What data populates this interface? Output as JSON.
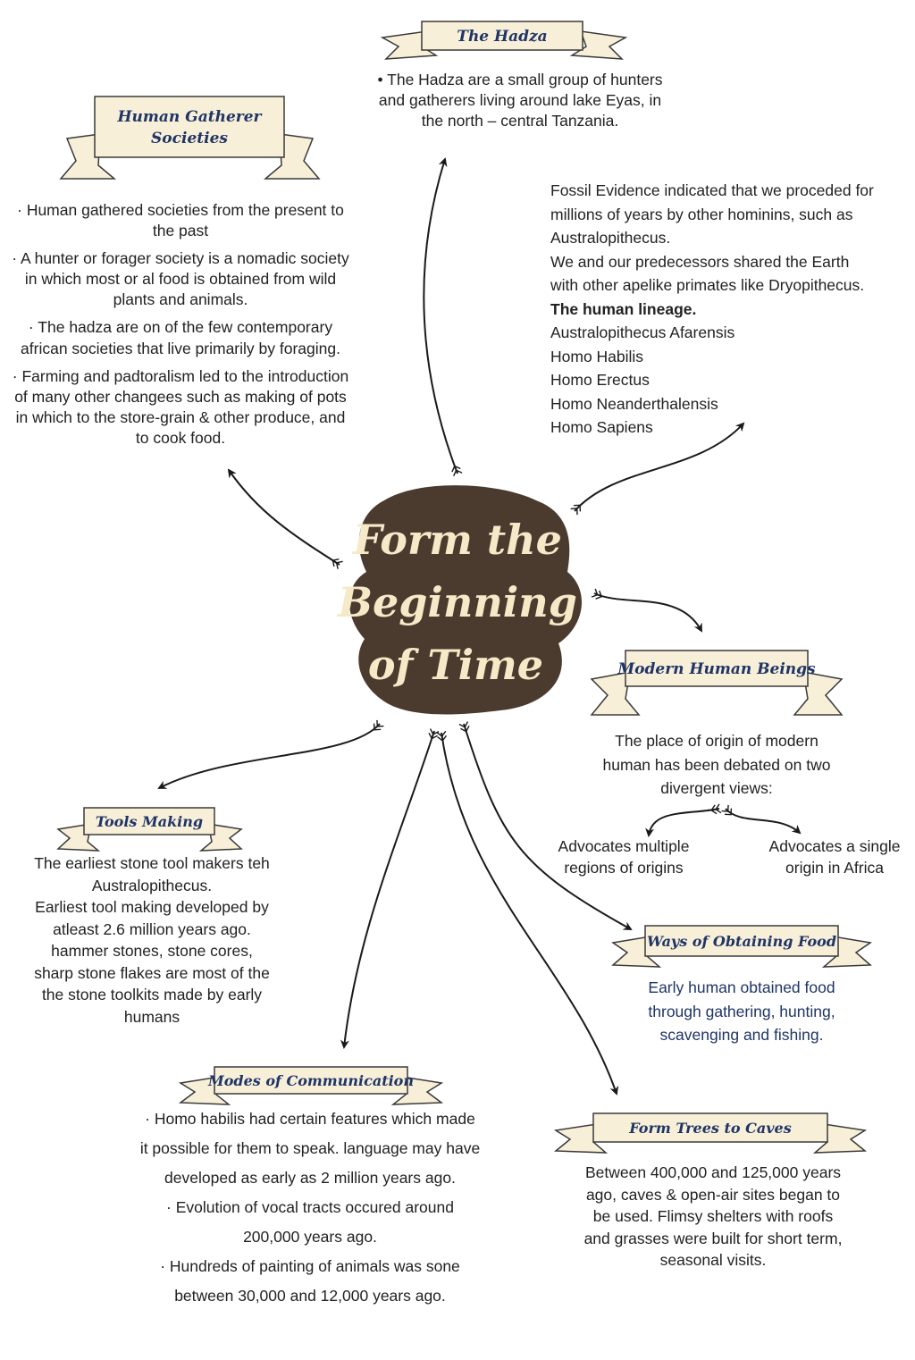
{
  "center_title": [
    "Form the",
    "Beginning",
    "of Time"
  ],
  "sections": {
    "hadza": {
      "title": "The Hadza",
      "lines": [
        "• The Hadza are a small group of hunters",
        "and  gatherers living around lake Eyas, in",
        "the north – central Tanzania."
      ]
    },
    "human_gatherer": {
      "title_lines": [
        "Human Gatherer",
        "Societies"
      ],
      "paragraphs": [
        "· Human gathered societies from the present to the past",
        "· A hunter or forager society is a nomadic society in which most or al food is obtained from wild plants and animals.",
        "· The hadza are on of the few contemporary african societies that live primarily by foraging.",
        "· Farming and padtoralism led to the introduction of many other changees such as making of pots in which to the store-grain & other produce, and to cook food."
      ]
    },
    "fossil": {
      "lines": [
        "Fossil Evidence indicated that we proceded for",
        "millions of years by other hominins, such as",
        "Australopithecus.",
        "We and our predecessors shared the Earth",
        "with other apelike primates like Dryopithecus."
      ],
      "lineage_heading": "The human lineage.",
      "lineage": [
        "Australopithecus Afarensis",
        "Homo Habilis",
        "Homo Erectus",
        "Homo Neanderthalensis",
        "Homo Sapiens"
      ]
    },
    "modern": {
      "title": "Modern Human Beings",
      "text_lines": [
        "The place of origin of modern",
        "human has been debated on two",
        "divergent views:"
      ],
      "view_left": [
        "Advocates multiple",
        "regions of origins"
      ],
      "view_right": [
        "Advocates a single",
        "origin in Africa"
      ]
    },
    "tools": {
      "title": "Tools Making",
      "lines": [
        "The earliest stone tool makers teh",
        "Australopithecus.",
        "Earliest tool making developed by",
        "atleast 2.6 million years ago.",
        "hammer stones, stone cores,",
        "sharp stone flakes are most of the",
        "the stone toolkits made by early",
        "humans"
      ]
    },
    "food": {
      "title": "Ways of Obtaining Food",
      "lines": [
        "Early human obtained food",
        "through gathering, hunting,",
        "scavenging and fishing."
      ]
    },
    "communication": {
      "title": "Modes of Communication",
      "lines": [
        "· Homo habilis had certain features which made",
        "it possible for them to speak. language may have",
        "developed as early as 2 million years ago.",
        "· Evolution of vocal tracts occured around",
        "200,000 years ago.",
        "· Hundreds of painting of animals was sone",
        "between 30,000 and 12,000 years ago."
      ]
    },
    "caves": {
      "title": "Form Trees to Caves",
      "lines": [
        "Between 400,000 and 125,000 years",
        "ago, caves & open-air sites began to",
        "be used. Flimsy shelters with roofs",
        "and grasses were built for short term,",
        "seasonal visits."
      ]
    }
  },
  "colors": {
    "ribbon_fill": "#f8efd8",
    "ribbon_stroke": "#3a3a3a",
    "title_blue": "#1f3566",
    "center_bg": "#4a3b2e",
    "center_text": "#f6e9c8",
    "arrow": "#1a1a1a"
  }
}
